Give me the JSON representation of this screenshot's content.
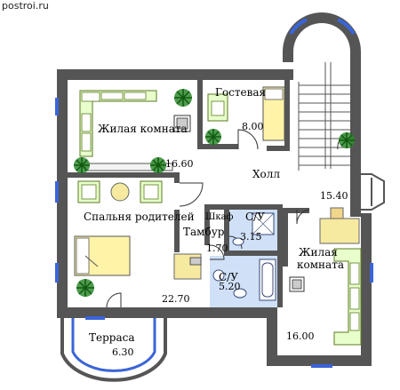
{
  "watermark": "postroi.ru",
  "rooms": {
    "living_room_1": {
      "name": "Жилая комната",
      "area": "16.60"
    },
    "guest_room": {
      "name": "Гостевая",
      "area": "8.00"
    },
    "hall": {
      "name": "Холл",
      "area": "15.40"
    },
    "parents_bedroom": {
      "name": "Спальня родителей",
      "area": "22.70"
    },
    "closet": {
      "name": "Шкаф"
    },
    "vestibule": {
      "name": "Тамбур",
      "area": "1.70"
    },
    "bathroom_1": {
      "name": "С/У",
      "area": "3.15"
    },
    "bathroom_2": {
      "name": "С/У",
      "area": "5.20"
    },
    "living_room_2": {
      "name_line1": "Жилая",
      "name_line2": "комната",
      "area": "16.00"
    },
    "terrace": {
      "name": "Терраса",
      "area": "6.30"
    }
  },
  "colors": {
    "wall": "#555555",
    "sofa": "#e8ffcc",
    "sofa_stroke": "#5a7a20",
    "bed_sheet": "#fff3a8",
    "bed_stroke": "#555555",
    "bath_floor": "#cfe0f7",
    "window": "#3a64d8",
    "plant": "#2f8a2f",
    "table": "#f6e9a0",
    "stair": "#555555"
  }
}
